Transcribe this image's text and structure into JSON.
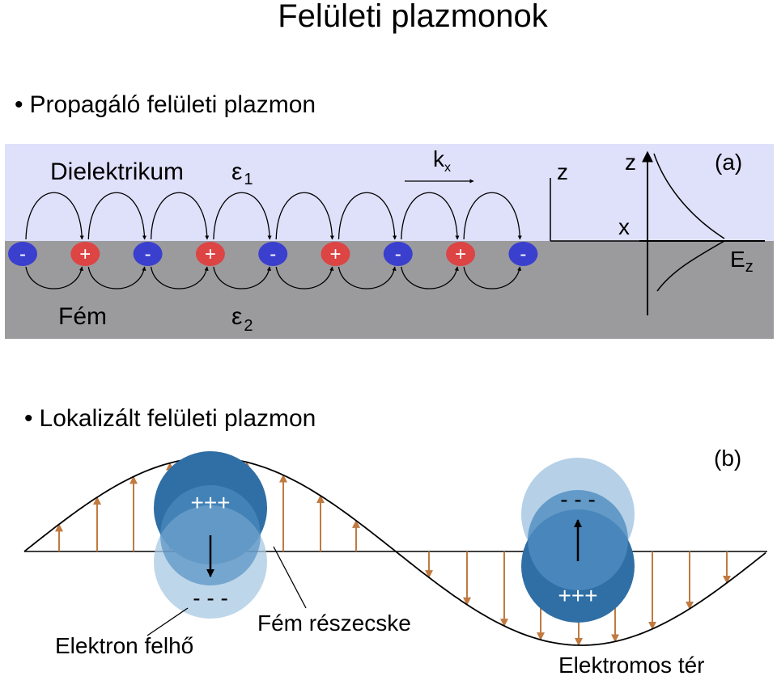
{
  "title": "Felületi plazmonok",
  "bullets": [
    {
      "dot": "•",
      "text": "Propagáló felületi plazmon"
    },
    {
      "dot": "•",
      "text": "Lokalizált felületi plazmon"
    }
  ],
  "panel_a": {
    "dielectric_label": "Dielektrikum",
    "epsilon1": {
      "symbol": "ε",
      "sub": "1"
    },
    "metal_label": "Fém",
    "epsilon2": {
      "symbol": "ε",
      "sub": "2"
    },
    "wave_vector": {
      "main": "k",
      "sub": "x"
    },
    "axis_z_left": "z",
    "axis_x": "x",
    "axis_z_right": "z",
    "field": {
      "main": "E",
      "sub": "z"
    },
    "panel_label": "(a)",
    "charges": [
      "-",
      "+",
      "-",
      "+",
      "-",
      "+",
      "-",
      "+",
      "-"
    ],
    "colors": {
      "dielectric": "#dfe0fa",
      "metal": "#9b9b9d",
      "negative": "#3a3fce",
      "positive": "#dd4444"
    }
  },
  "panel_b": {
    "panel_label": "(b)",
    "left_particle_top": "+++",
    "left_particle_bottom": "- - -",
    "right_particle_top": "- - -",
    "right_particle_bottom": "+++",
    "electron_cloud_label": "Elektron felhő",
    "metal_particle_label": "Fém részecske",
    "electric_field_label": "Elektromos tér",
    "colors": {
      "arrow": "#c07a40",
      "particle": "#2f6fa5",
      "cloud": "#a8c8e3"
    }
  }
}
